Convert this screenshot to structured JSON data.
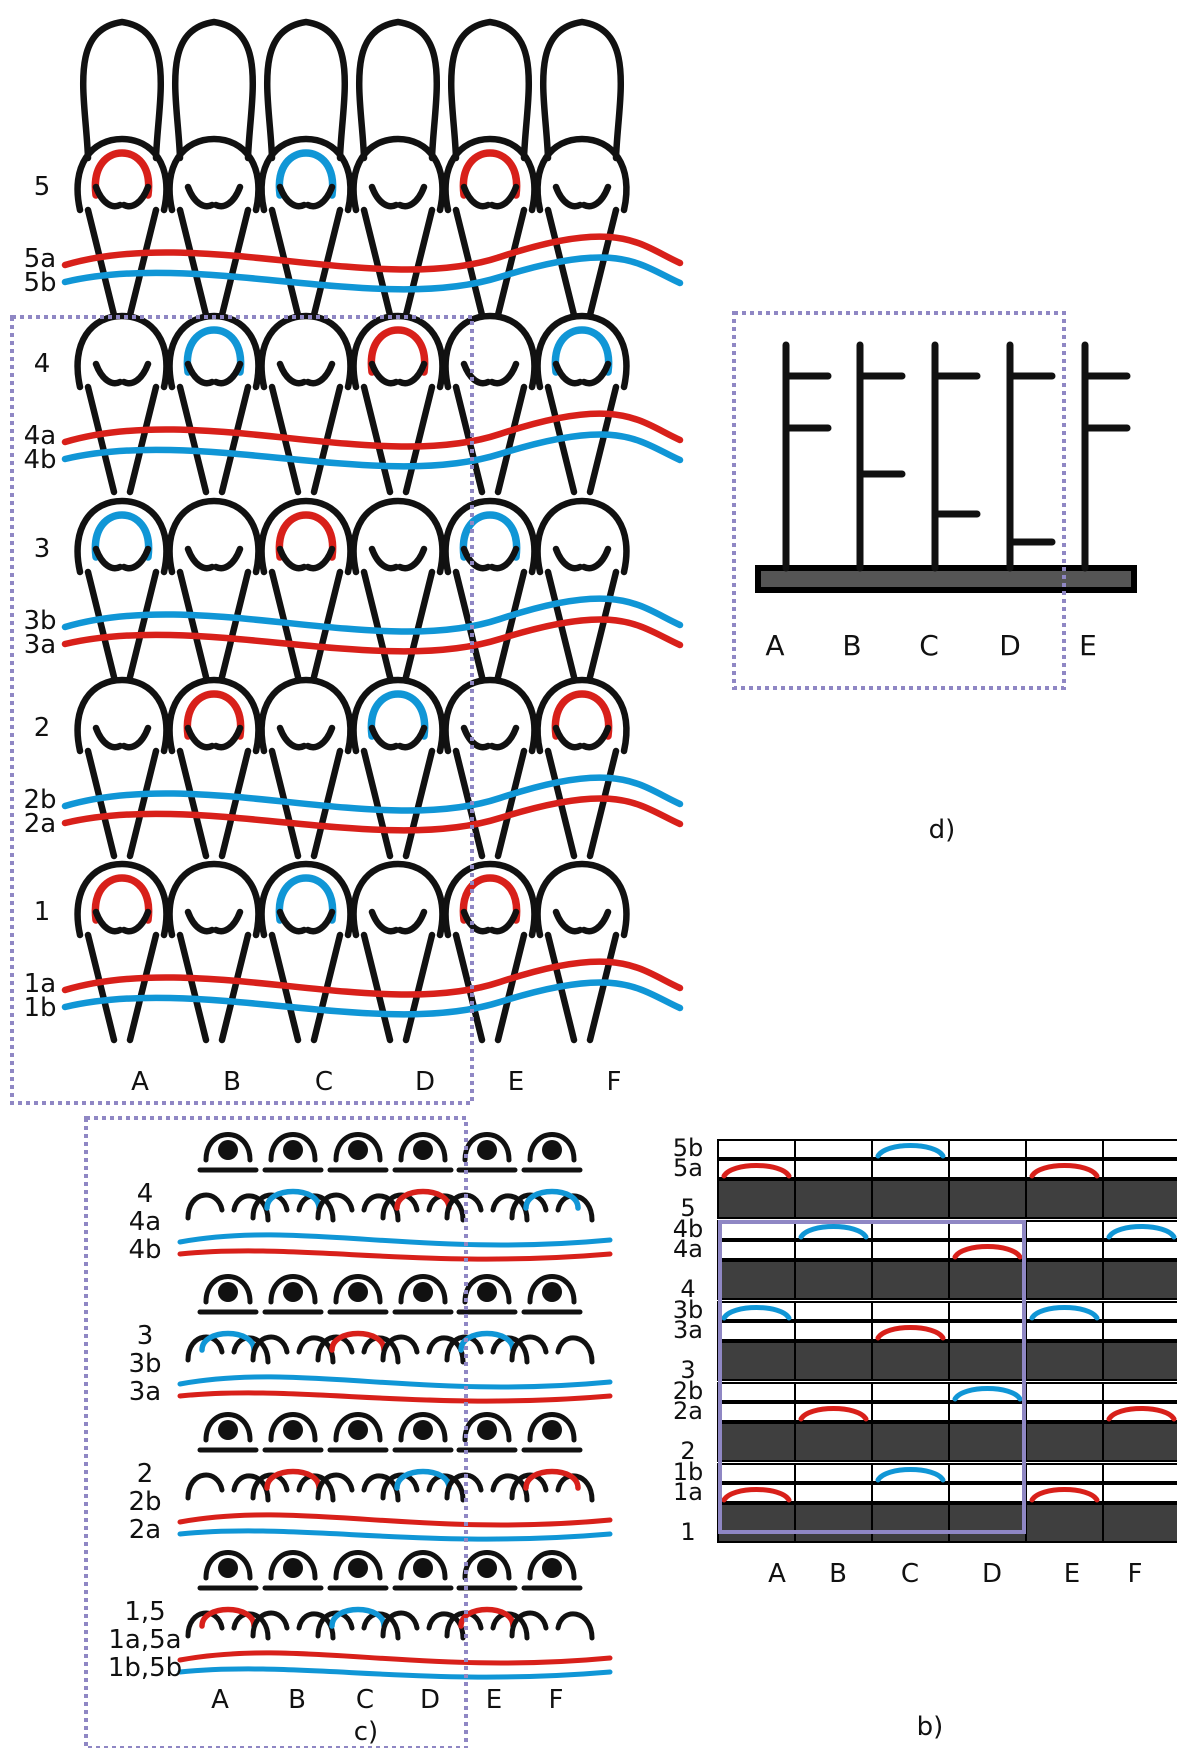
{
  "colors": {
    "yarn": "#111111",
    "red": "#d8201a",
    "blue": "#1096d6",
    "frame": "#8f87c4",
    "bar": "#555555",
    "cell": "#3f3f3f"
  },
  "panel_a": {
    "columns": [
      "A",
      "B",
      "C",
      "D",
      "E",
      "F"
    ],
    "rows": [
      {
        "course": "5",
        "first": "5a",
        "second": "5b",
        "first_color": "red",
        "second_color": "blue"
      },
      {
        "course": "4",
        "first": "4a",
        "second": "4b",
        "first_color": "red",
        "second_color": "blue"
      },
      {
        "course": "3",
        "first": "3b",
        "second": "3a",
        "first_color": "blue",
        "second_color": "red"
      },
      {
        "course": "2",
        "first": "2b",
        "second": "2a",
        "first_color": "blue",
        "second_color": "red"
      },
      {
        "course": "1",
        "first": "1a",
        "second": "1b",
        "first_color": "red",
        "second_color": "blue"
      }
    ],
    "loop_colors": [
      [
        "red",
        "",
        "blue",
        "",
        "red",
        ""
      ],
      [
        "",
        "blue",
        "",
        "red",
        "",
        "blue"
      ],
      [
        "blue",
        "",
        "red",
        "",
        "blue",
        ""
      ],
      [
        "",
        "red",
        "",
        "blue",
        "",
        "red"
      ],
      [
        "red",
        "",
        "blue",
        "",
        "red",
        ""
      ]
    ]
  },
  "panel_b": {
    "caption": "b)",
    "columns": [
      "A",
      "B",
      "C",
      "D",
      "E",
      "F"
    ],
    "rows": [
      "5b",
      "5a",
      "5",
      "4b",
      "4a",
      "4",
      "3b",
      "3a",
      "3",
      "2b",
      "2a",
      "2",
      "1b",
      "1a",
      "1"
    ],
    "marks": [
      {
        "row": "5b",
        "col": "C",
        "color": "blue"
      },
      {
        "row": "5a",
        "col": "A",
        "color": "red"
      },
      {
        "row": "5a",
        "col": "E",
        "color": "red"
      },
      {
        "row": "4b",
        "col": "B",
        "color": "blue"
      },
      {
        "row": "4b",
        "col": "F",
        "color": "blue"
      },
      {
        "row": "4a",
        "col": "D",
        "color": "red"
      },
      {
        "row": "3b",
        "col": "A",
        "color": "blue"
      },
      {
        "row": "3b",
        "col": "E",
        "color": "blue"
      },
      {
        "row": "3a",
        "col": "C",
        "color": "red"
      },
      {
        "row": "2b",
        "col": "D",
        "color": "blue"
      },
      {
        "row": "2a",
        "col": "B",
        "color": "red"
      },
      {
        "row": "2a",
        "col": "F",
        "color": "red"
      },
      {
        "row": "1b",
        "col": "C",
        "color": "blue"
      },
      {
        "row": "1a",
        "col": "A",
        "color": "red"
      },
      {
        "row": "1a",
        "col": "E",
        "color": "red"
      }
    ]
  },
  "panel_c": {
    "caption": "c)",
    "columns": [
      "A",
      "B",
      "C",
      "D",
      "E",
      "F"
    ],
    "groups": [
      {
        "l1": "4",
        "l2": "4a",
        "l3": "4b",
        "hooks": [
          "",
          "blue",
          "",
          "red",
          "",
          "blue"
        ],
        "top_color": "blue",
        "bottom_color": "red"
      },
      {
        "l1": "3",
        "l2": "3b",
        "l3": "3a",
        "hooks": [
          "blue",
          "",
          "red",
          "",
          "blue",
          ""
        ],
        "top_color": "blue",
        "bottom_color": "red"
      },
      {
        "l1": "2",
        "l2": "2b",
        "l3": "2a",
        "hooks": [
          "",
          "red",
          "",
          "blue",
          "",
          "red"
        ],
        "top_color": "red",
        "bottom_color": "blue"
      },
      {
        "l1": "1,5",
        "l2": "1a,5a",
        "l3": "1b,5b",
        "hooks": [
          "red",
          "",
          "blue",
          "",
          "red",
          ""
        ],
        "top_color": "red",
        "bottom_color": "blue"
      }
    ]
  },
  "panel_d": {
    "caption": "d)",
    "columns": [
      "A",
      "B",
      "C",
      "D",
      "E"
    ]
  }
}
